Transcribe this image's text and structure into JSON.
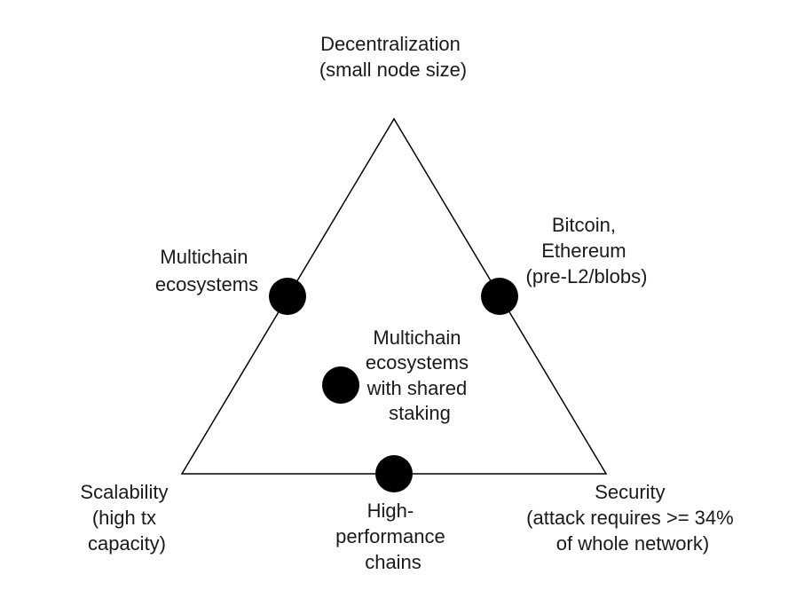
{
  "diagram": {
    "colors": {
      "stroke": "#000000",
      "dot": "#000000",
      "text": "#1a1a1a",
      "background": "#ffffff"
    },
    "labels": {
      "decentralization": [
        "Decentralization",
        "(small node size)"
      ],
      "scalability": [
        "Scalability",
        "(high tx",
        "capacity)"
      ],
      "security": [
        "Security",
        "(attack requires >= 34%",
        "of whole network)"
      ],
      "multichain": [
        "Multichain",
        "ecosystems"
      ],
      "bitcoin_ethereum": [
        "Bitcoin,",
        "Ethereum",
        "(pre-L2/blobs)"
      ],
      "shared_staking": [
        "Multichain",
        "ecosystems",
        "with shared",
        "staking"
      ],
      "high_performance": [
        "High-",
        "performance",
        "chains"
      ]
    }
  }
}
